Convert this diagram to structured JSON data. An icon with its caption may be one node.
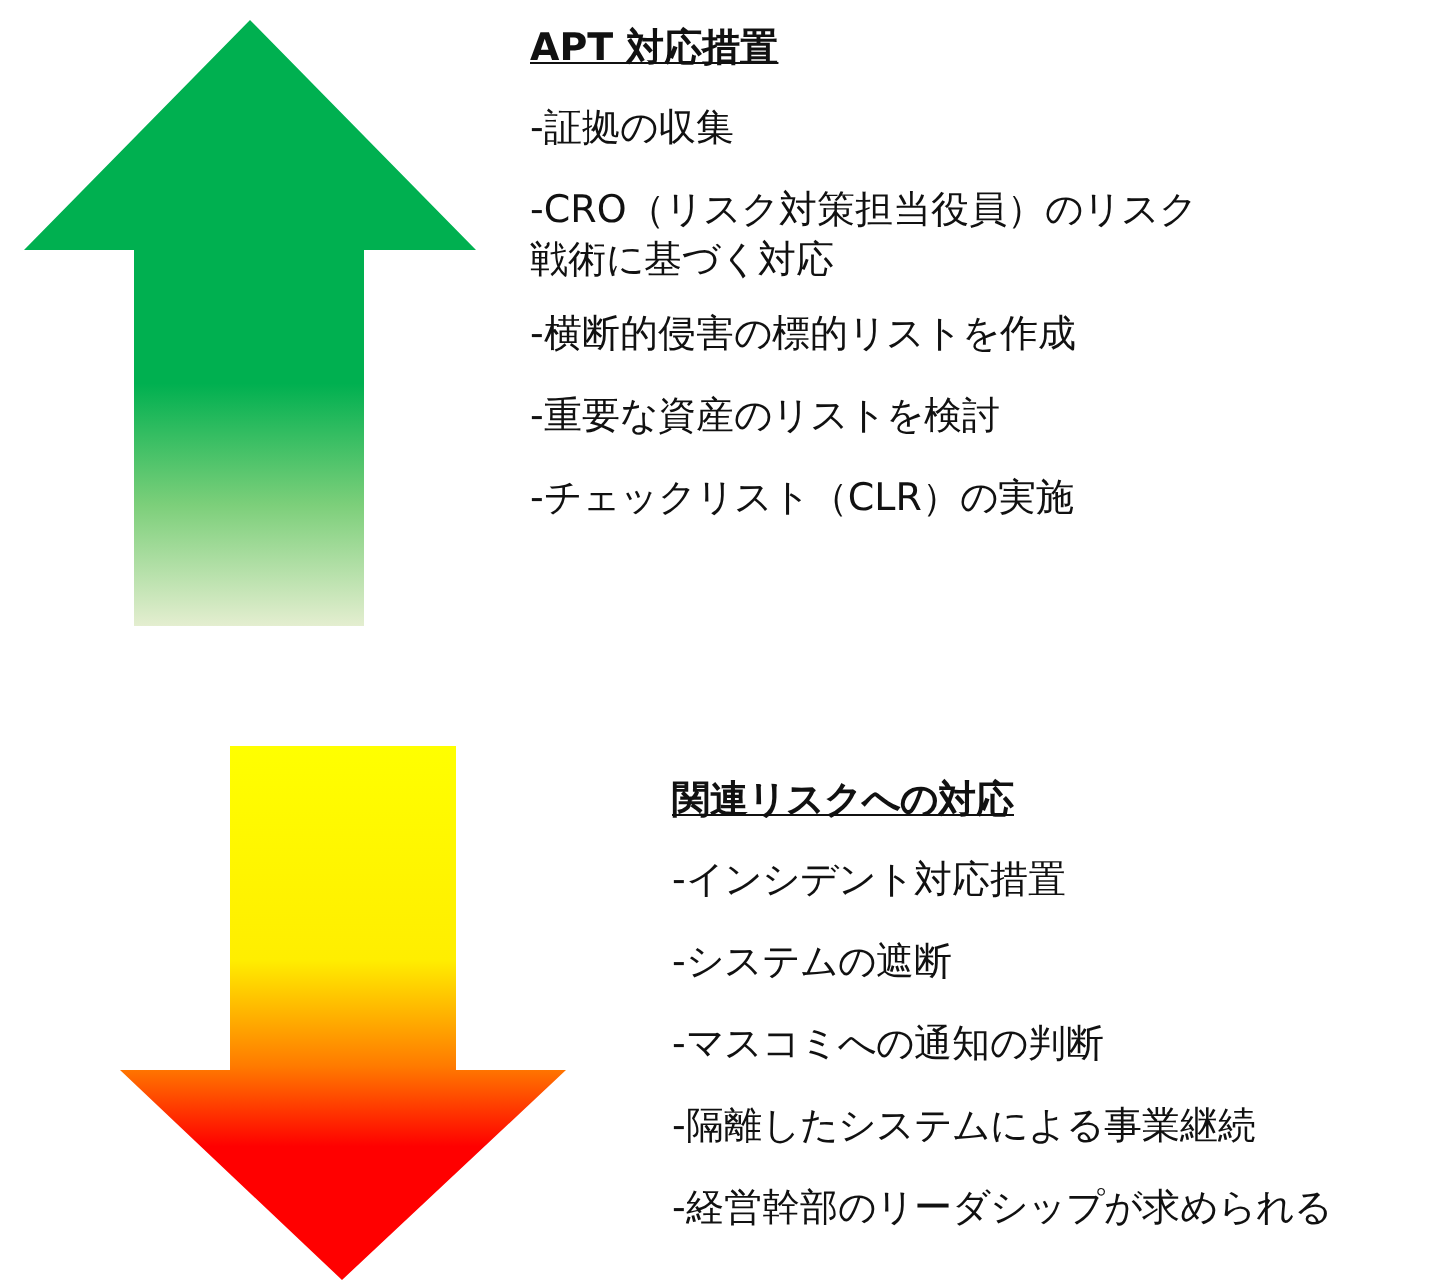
{
  "diagram": {
    "labels": [
      "APT 対応措置",
      "-証拠の収集",
      "-CRO（リスク対策担当役員）のリスク戦術に基づく対応",
      "-横断的侵害の標的リストを作成",
      "-重要な資産のリストを検討",
      "-チェックリスト（CLR）の実施",
      "関連リスクへの対応",
      "-インシデント対応措置",
      "-システムの遮断",
      "-マスコミへの通知の判断",
      "-隔離したシステムによる事業継続",
      "-経営幹部のリーダシップが求められる"
    ]
  }
}
